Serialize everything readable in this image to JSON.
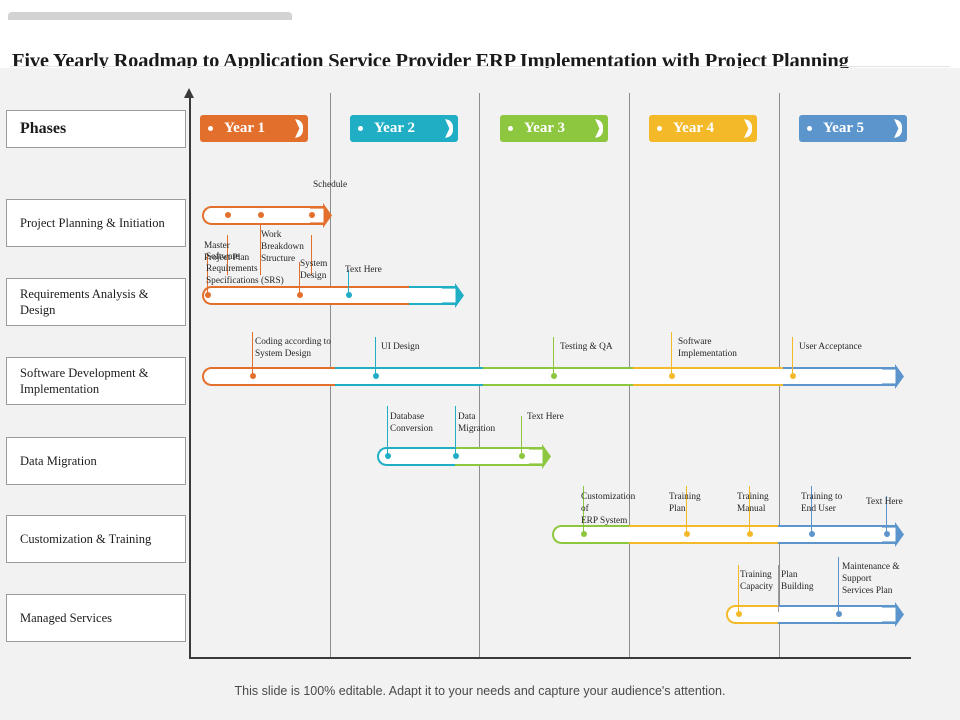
{
  "slide": {
    "title": "Five Yearly Roadmap to Application Service Provider ERP Implementation with Project Planning",
    "footer": "This slide is 100% editable. Adapt it to your needs and capture your audience's attention."
  },
  "colors": {
    "year1": "#E2702C",
    "year2": "#1FAEC4",
    "year3": "#8DC63F",
    "year4": "#F3B929",
    "year5": "#5B95CB",
    "sidebar_border": "#9a9a9a",
    "axis": "#3a3a3a",
    "background": "#f2f2f2"
  },
  "sidebar": {
    "header": "Phases",
    "items": [
      {
        "label": "Project Planning &\nInitiation"
      },
      {
        "label": "Requirements\nAnalysis & Design"
      },
      {
        "label": "Software Development\n& Implementation"
      },
      {
        "label": "Data Migration"
      },
      {
        "label": "Customization &\nTraining"
      },
      {
        "label": "Managed Services"
      }
    ]
  },
  "years": [
    {
      "label": "Year 1",
      "color": "#E2702C"
    },
    {
      "label": "Year 2",
      "color": "#1FAEC4"
    },
    {
      "label": "Year 3",
      "color": "#8DC63F"
    },
    {
      "label": "Year 4",
      "color": "#F3B929"
    },
    {
      "label": "Year 5",
      "color": "#5B95CB"
    }
  ],
  "rows": [
    {
      "name": "project-planning-initiation",
      "milestones": [
        {
          "label": "Master\nProject Plan",
          "color": "#E2702C"
        },
        {
          "label": "Work\nBreakdown\nStructure",
          "color": "#E2702C"
        },
        {
          "label": "Schedule",
          "color": "#E2702C"
        }
      ]
    },
    {
      "name": "requirements-analysis-design",
      "milestones": [
        {
          "label": "Software\nRequirements\nSpecifications (SRS)",
          "color": "#E2702C"
        },
        {
          "label": "System\nDesign",
          "color": "#E2702C"
        },
        {
          "label": "Text Here",
          "color": "#1FAEC4"
        }
      ]
    },
    {
      "name": "software-development-implementation",
      "milestones": [
        {
          "label": "Coding according to\nSystem  Design",
          "color": "#E2702C"
        },
        {
          "label": "UI Design",
          "color": "#1FAEC4"
        },
        {
          "label": "Testing & QA",
          "color": "#8DC63F"
        },
        {
          "label": "Software\nImplementation",
          "color": "#F3B929"
        },
        {
          "label": "User Acceptance",
          "color": "#F3B929"
        }
      ]
    },
    {
      "name": "data-migration",
      "milestones": [
        {
          "label": "Database\nConversion",
          "color": "#1FAEC4"
        },
        {
          "label": "Data\nMigration",
          "color": "#1FAEC4"
        },
        {
          "label": "Text Here",
          "color": "#8DC63F"
        }
      ]
    },
    {
      "name": "customization-training",
      "milestones": [
        {
          "label": "Customization  of\nERP System",
          "color": "#8DC63F"
        },
        {
          "label": "Training\nPlan",
          "color": "#F3B929"
        },
        {
          "label": "Training\nManual",
          "color": "#F3B929"
        },
        {
          "label": "Training to\nEnd User",
          "color": "#5B95CB"
        },
        {
          "label": "Text Here",
          "color": "#5B95CB"
        }
      ]
    },
    {
      "name": "managed-services",
      "milestones": [
        {
          "label": "Training\nCapacity",
          "color": "#F3B929"
        },
        {
          "label": "Plan\nBuilding",
          "color": "#F3B929"
        },
        {
          "label": "Maintenance  &\nSupport\nServices Plan",
          "color": "#5B95CB"
        }
      ]
    }
  ]
}
